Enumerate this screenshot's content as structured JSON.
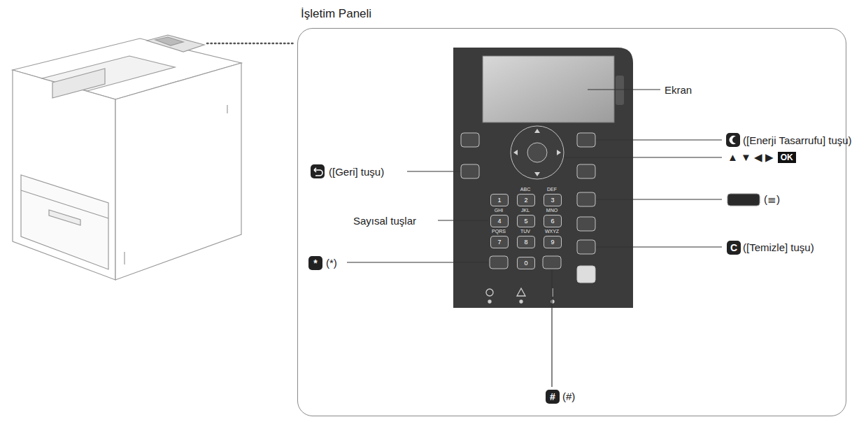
{
  "diagram": {
    "nodes": [
      {
        "text": [
          "İşletim Paneli"
        ]
      },
      {
        "text": [
          "OK"
        ],
        "in": 0
      },
      {
        "text": [
          "1"
        ],
        "in": 0
      },
      {
        "text": [
          "2"
        ],
        "in": 0
      },
      {
        "text": [
          "3"
        ],
        "in": 0
      },
      {
        "text": [
          "4"
        ],
        "in": 0
      },
      {
        "text": [
          "5"
        ],
        "in": 0
      },
      {
        "text": [
          "6"
        ],
        "in": 0
      },
      {
        "text": [
          "7"
        ],
        "in": 0
      },
      {
        "text": [
          "8"
        ],
        "in": 0
      },
      {
        "text": [
          "9"
        ],
        "in": 0
      },
      {
        "text": [
          "0"
        ],
        "in": 0
      },
      {
        "text": [
          "*"
        ],
        "in": 0
      },
      {
        "text": [
          "#"
        ],
        "in": 0
      },
      {
        "text": [
          "C"
        ],
        "in": 0
      }
    ],
    "labels": [
      "Ekran",
      "([Enerji Tasarrufu] tuşu)",
      "▲ ▼ ◀ ▶",
      "(≣)",
      "([Geri] tuşu)",
      "Sayısal tuşlar",
      "(*)",
      "([Temizle] tuşu)",
      "(#)",
      "ABC",
      "DEF",
      "GHI",
      "JKL",
      "MNO",
      "PQRS",
      "TUV",
      "WXYZ"
    ]
  }
}
